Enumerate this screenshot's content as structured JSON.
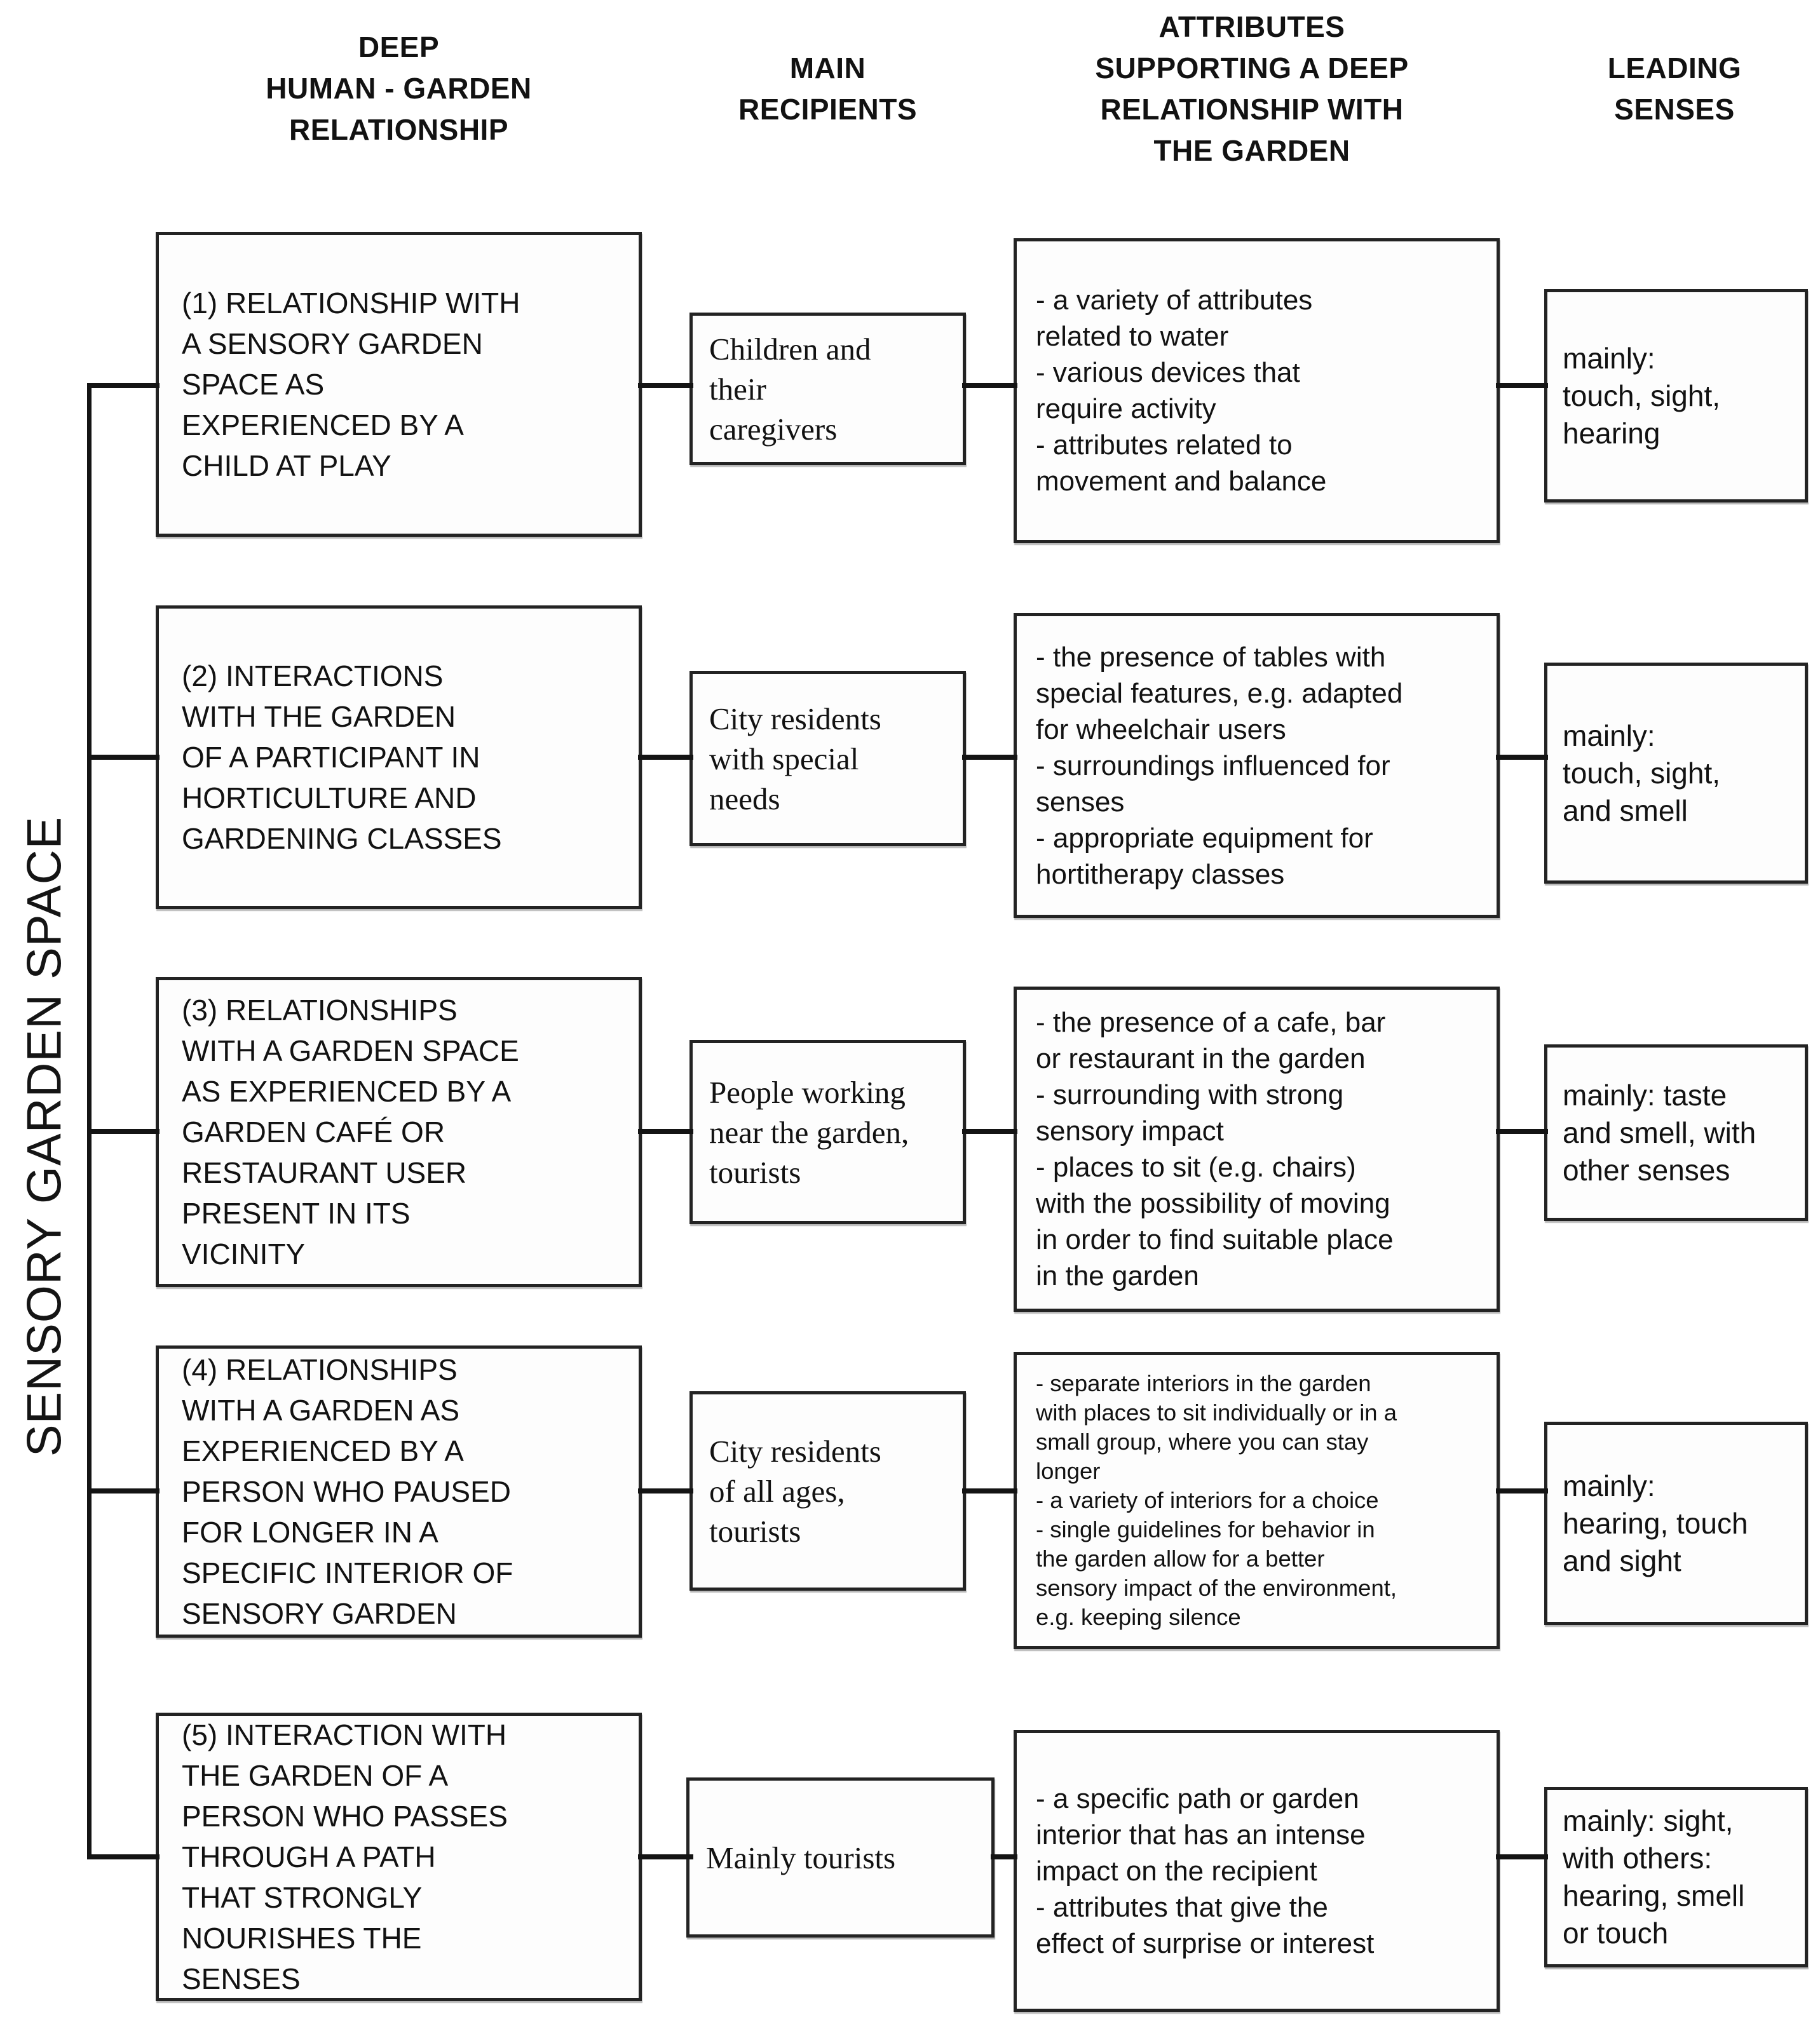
{
  "side_label": "SENSORY GARDEN SPACE",
  "headers": {
    "relationship": "DEEP\nHUMAN - GARDEN\nRELATIONSHIP",
    "recipients": "MAIN\nRECIPIENTS",
    "attributes": "ATTRIBUTES\nSUPPORTING A DEEP\nRELATIONSHIP WITH\nTHE GARDEN",
    "senses": "LEADING\nSENSES"
  },
  "colors": {
    "ink": "#141414",
    "border": "#232323",
    "box_bg": "#fdfdfd",
    "page_bg": "#ffffff"
  },
  "rows": [
    {
      "relationship": "(1) RELATIONSHIP WITH\nA SENSORY GARDEN\nSPACE AS\nEXPERIENCED BY A\nCHILD AT PLAY",
      "recipients": "Children and\ntheir\ncaregivers",
      "attributes": [
        "- a variety of attributes\nrelated to water",
        "- various devices that\nrequire activity",
        "- attributes related to\nmovement and balance"
      ],
      "senses": "mainly:\ntouch, sight,\nhearing"
    },
    {
      "relationship": "(2) INTERACTIONS\nWITH THE GARDEN\nOF A PARTICIPANT IN\nHORTICULTURE AND\nGARDENING CLASSES",
      "recipients": "City residents\nwith special\nneeds",
      "attributes": [
        "- the presence of tables with\nspecial features, e.g. adapted\nfor wheelchair users",
        "- surroundings influenced for\nsenses",
        "- appropriate equipment for\nhortitherapy classes"
      ],
      "senses": "mainly:\ntouch, sight,\nand smell"
    },
    {
      "relationship": "(3) RELATIONSHIPS\nWITH A GARDEN SPACE\nAS EXPERIENCED BY A\nGARDEN CAFÉ OR\nRESTAURANT USER\nPRESENT IN ITS\nVICINITY",
      "recipients": "People working\nnear the garden,\ntourists",
      "attributes": [
        "- the presence of a cafe, bar\nor restaurant in the garden",
        "- surrounding with strong\nsensory impact",
        "- places to sit (e.g. chairs)\nwith the possibility of moving\nin order to find suitable place\nin the garden"
      ],
      "senses": "mainly: taste\nand smell, with\nother senses"
    },
    {
      "relationship": "(4) RELATIONSHIPS\nWITH A GARDEN AS\nEXPERIENCED BY A\nPERSON WHO PAUSED\nFOR LONGER IN A\nSPECIFIC INTERIOR OF\nSENSORY GARDEN",
      "recipients": "City residents\nof all ages,\ntourists",
      "attributes": [
        "- separate interiors in the garden\nwith places to sit individually or in a\nsmall group, where you can stay\nlonger",
        "- a variety of interiors for a choice",
        "- single guidelines for behavior in\nthe garden allow for a better\nsensory impact of the environment,\ne.g. keeping silence"
      ],
      "senses": "mainly:\nhearing, touch\nand sight"
    },
    {
      "relationship": "(5) INTERACTION WITH\nTHE GARDEN OF A\nPERSON WHO PASSES\nTHROUGH A PATH\nTHAT STRONGLY\nNOURISHES THE\nSENSES",
      "recipients": "Mainly tourists",
      "attributes": [
        "- a specific path or garden\ninterior that has an intense\nimpact on the recipient",
        "- attributes that give the\neffect of surprise or interest"
      ],
      "senses": "mainly: sight,\nwith others:\nhearing, smell\nor touch"
    }
  ]
}
